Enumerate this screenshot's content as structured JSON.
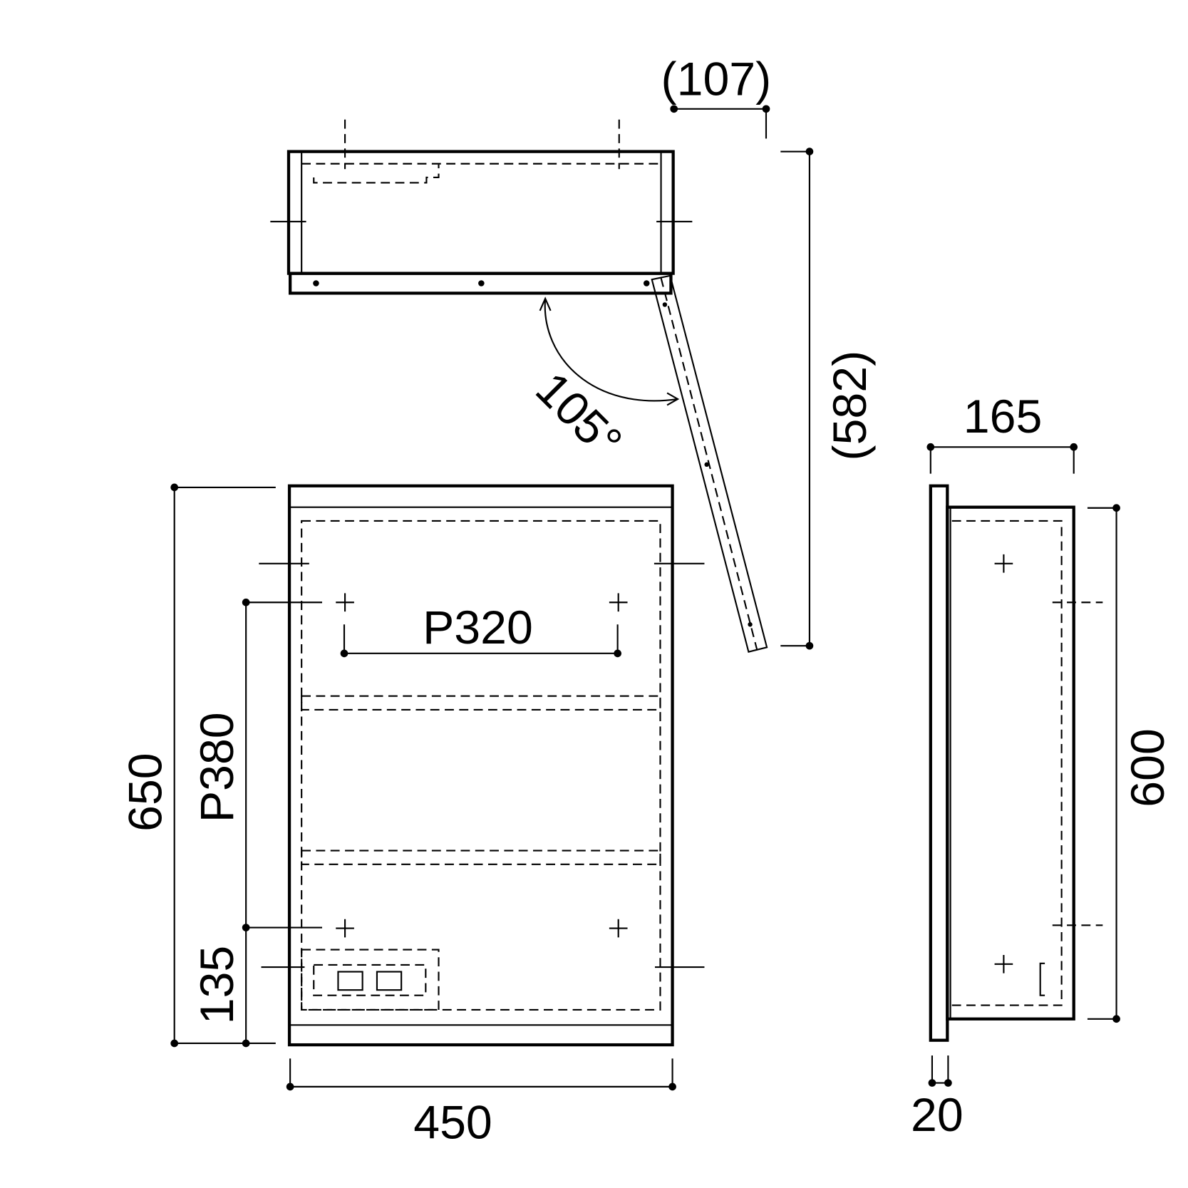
{
  "title": "Cabinet dimension drawing",
  "dimensions": {
    "top_offset": "(107)",
    "swing_depth": "(582)",
    "angle": "105°",
    "side_depth": "165",
    "height": "650",
    "pitch_vertical": "P380",
    "pitch_horizontal": "P320",
    "bottom_offset": "135",
    "width": "450",
    "body_height": "600",
    "door_thickness": "20"
  },
  "colors": {
    "line": "#000000",
    "background": "#ffffff"
  }
}
